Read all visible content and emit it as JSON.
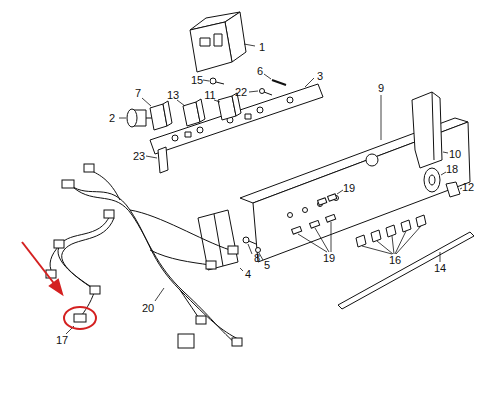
{
  "diagram": {
    "labels": [
      "1",
      "15",
      "6",
      "22",
      "3",
      "2",
      "7",
      "13",
      "11",
      "9",
      "10",
      "23",
      "19",
      "18",
      "12",
      "19",
      "16",
      "8",
      "5",
      "4",
      "14",
      "20",
      "17"
    ]
  }
}
